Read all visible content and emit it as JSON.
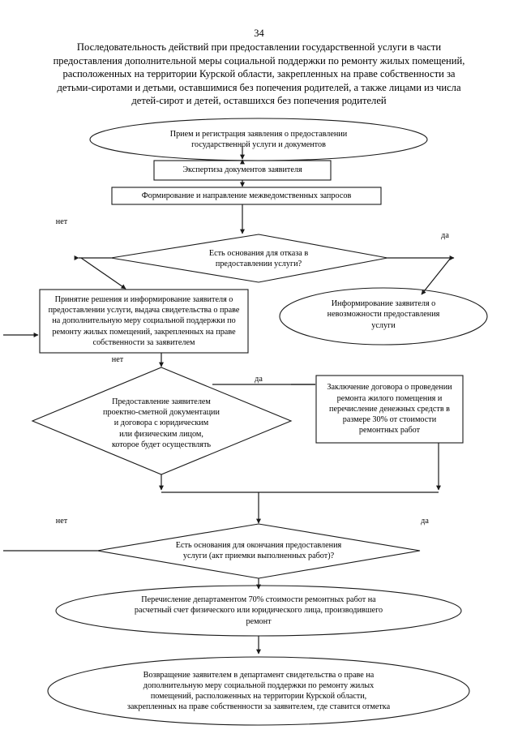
{
  "document": {
    "page_number": "34",
    "title_lines": [
      "Последовательность  действий при предоставлении государственной услуги в части",
      "предоставления дополнительной меры социальной поддержки  по ремонту жилых помещений,",
      "расположенных на территории Курской области, закрепленных на праве собственности за",
      "детьми-сиротами и детьми, оставшимися без попечения родителей,  а также лицами из числа",
      "детей-сирот и детей,  оставшихся без попечения родителей"
    ]
  },
  "colors": {
    "stroke": "#1a1a1a",
    "text": "#000000",
    "background": "#ffffff"
  },
  "chart_data": {
    "type": "diagram",
    "diagram_kind": "flowchart",
    "nodes": [
      {
        "id": "n1",
        "shape": "ellipse",
        "lines": [
          "Прием и регистрация заявления о предоставлении",
          "государственной услуги и документов"
        ]
      },
      {
        "id": "n2",
        "shape": "rectangle",
        "lines": [
          "Экспертиза документов заявителя"
        ]
      },
      {
        "id": "n3",
        "shape": "rectangle",
        "lines": [
          "Формирование и  направление межведомственных запросов"
        ]
      },
      {
        "id": "n4",
        "shape": "diamond",
        "lines": [
          "Есть основания для отказа в",
          "предоставлении  услуги?"
        ]
      },
      {
        "id": "n5",
        "shape": "rectangle",
        "lines": [
          "Принятие решения и информирование заявителя о",
          "предоставлении  услуги, выдача свидетельства о праве",
          "на дополнительную меру социальной поддержки по",
          "ремонту жилых помещений, закрепленных на праве",
          "собственности за заявителем"
        ]
      },
      {
        "id": "n6",
        "shape": "ellipse",
        "lines": [
          "Информирование заявителя о",
          "невозможности предоставления",
          "услуги"
        ]
      },
      {
        "id": "n7",
        "shape": "diamond",
        "lines": [
          "Предоставление заявителем",
          "проектно-сметной документации",
          "и договора с юридическим",
          "или физическим лицом,",
          "которое будет осуществлять"
        ]
      },
      {
        "id": "n8",
        "shape": "rectangle",
        "lines": [
          "Заключение договора о проведении",
          "ремонта жилого помещения и",
          "перечисление денежных средств в",
          "размере 30% от стоимости",
          "ремонтных работ"
        ]
      },
      {
        "id": "n9",
        "shape": "diamond",
        "lines": [
          "Есть основания для окончания предоставления",
          "услуги (акт приемки выполненных работ)?"
        ]
      },
      {
        "id": "n10",
        "shape": "ellipse",
        "lines": [
          "Перечисление департаментом 70% стоимости ремонтных работ на",
          "расчетный счет физического или юридического лица, производившего",
          "ремонт"
        ]
      },
      {
        "id": "n11",
        "shape": "ellipse",
        "lines": [
          "Возвращение заявителем в департамент свидетельства о праве на",
          "дополнительную меру социальной поддержки по ремонту жилых",
          "помещений, расположенных на территории Курской области,",
          "закрепленных на праве собственности за заявителем, где ставится отметка"
        ]
      }
    ],
    "edge_labels": [
      {
        "id": "l1",
        "text": "нет"
      },
      {
        "id": "l2",
        "text": "да"
      },
      {
        "id": "l3",
        "text": "нет"
      },
      {
        "id": "l4",
        "text": "да"
      },
      {
        "id": "l5",
        "text": "нет"
      },
      {
        "id": "l6",
        "text": "да"
      }
    ]
  }
}
